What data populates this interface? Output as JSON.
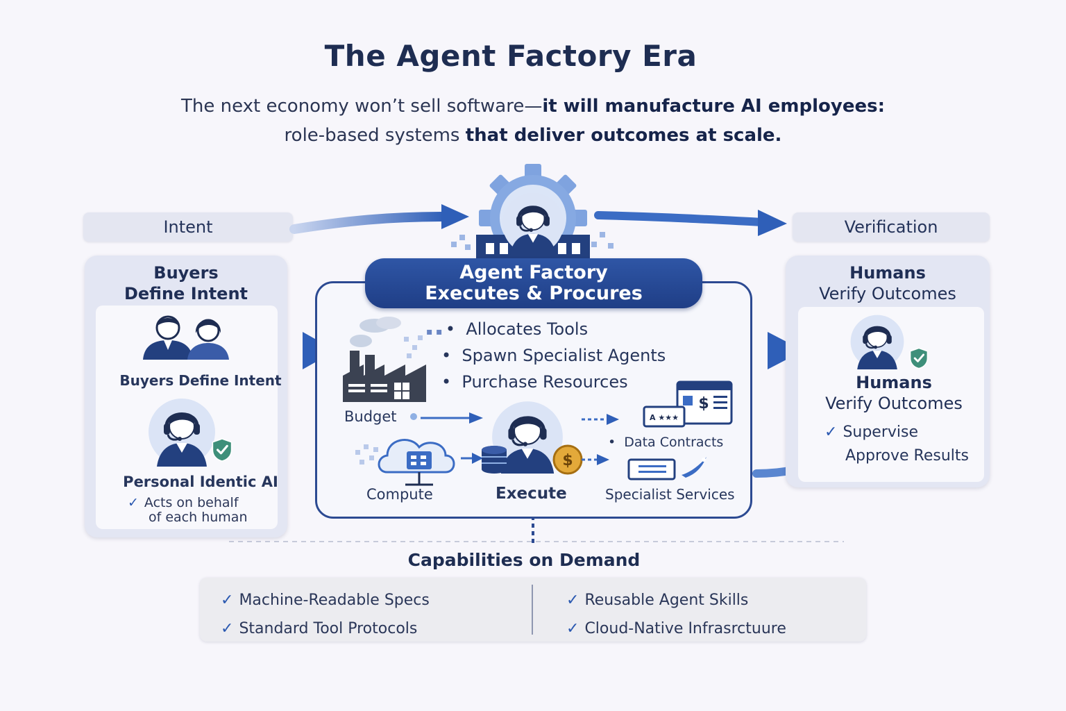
{
  "header": {
    "title": "The Agent Factory Era",
    "subtitle_line1_plain": "The next economy won’t sell software—",
    "subtitle_line1_bold": "it will manufacture AI employees:",
    "subtitle_line2_plain": "role-based systems ",
    "subtitle_line2_bold": "that deliver outcomes at scale."
  },
  "flow": {
    "left_label": "Intent",
    "right_label": "Verification"
  },
  "left_panel": {
    "head_line1": "Buyers",
    "head_line2": "Define Intent",
    "buyers_caption": "Buyers Define Intent",
    "ai_caption": "Personal Identic AI",
    "ai_note_line1": "Acts on behalf",
    "ai_note_line2": "of each human"
  },
  "factory": {
    "banner_line1": "Agent Factory",
    "banner_line2": "Executes & Procures",
    "bullets": [
      "Allocates Tools",
      "Spawn Specialist Agents",
      "Purchase Resources"
    ],
    "budget_label": "Budget",
    "compute_label": "Compute",
    "execute_label": "Execute",
    "data_contracts_label": "Data Contracts",
    "specialist_label": "Specialist Services",
    "card_text": "A ★★★",
    "dollar_symbol": "$"
  },
  "right_panel": {
    "head_line1": "Humans",
    "head_line2": "Verify Outcomes",
    "card_line1": "Humans",
    "card_line2": "Verify Outcomes",
    "checks": [
      "Supervise",
      "Approve Results"
    ]
  },
  "capabilities": {
    "title": "Capabilities on Demand",
    "left": [
      "Machine-Readable Specs",
      "Standard Tool Protocols"
    ],
    "right": [
      "Reusable Agent Skills",
      "Cloud-Native Infrasrctuure"
    ]
  },
  "colors": {
    "navy": "#1e2d52",
    "accent_blue": "#2c4a92",
    "arrow_blue": "#3b6cc4",
    "panel_bg": "#e3e6f3",
    "check_green": "#3e8f7a"
  },
  "icons": [
    "gear-icon",
    "headset-agent-icon",
    "factory-icon",
    "cloud-server-icon",
    "coins-icon",
    "dollar-icon",
    "browser-window-icon",
    "rocket-icon",
    "shield-check-icon",
    "buyers-icon"
  ]
}
